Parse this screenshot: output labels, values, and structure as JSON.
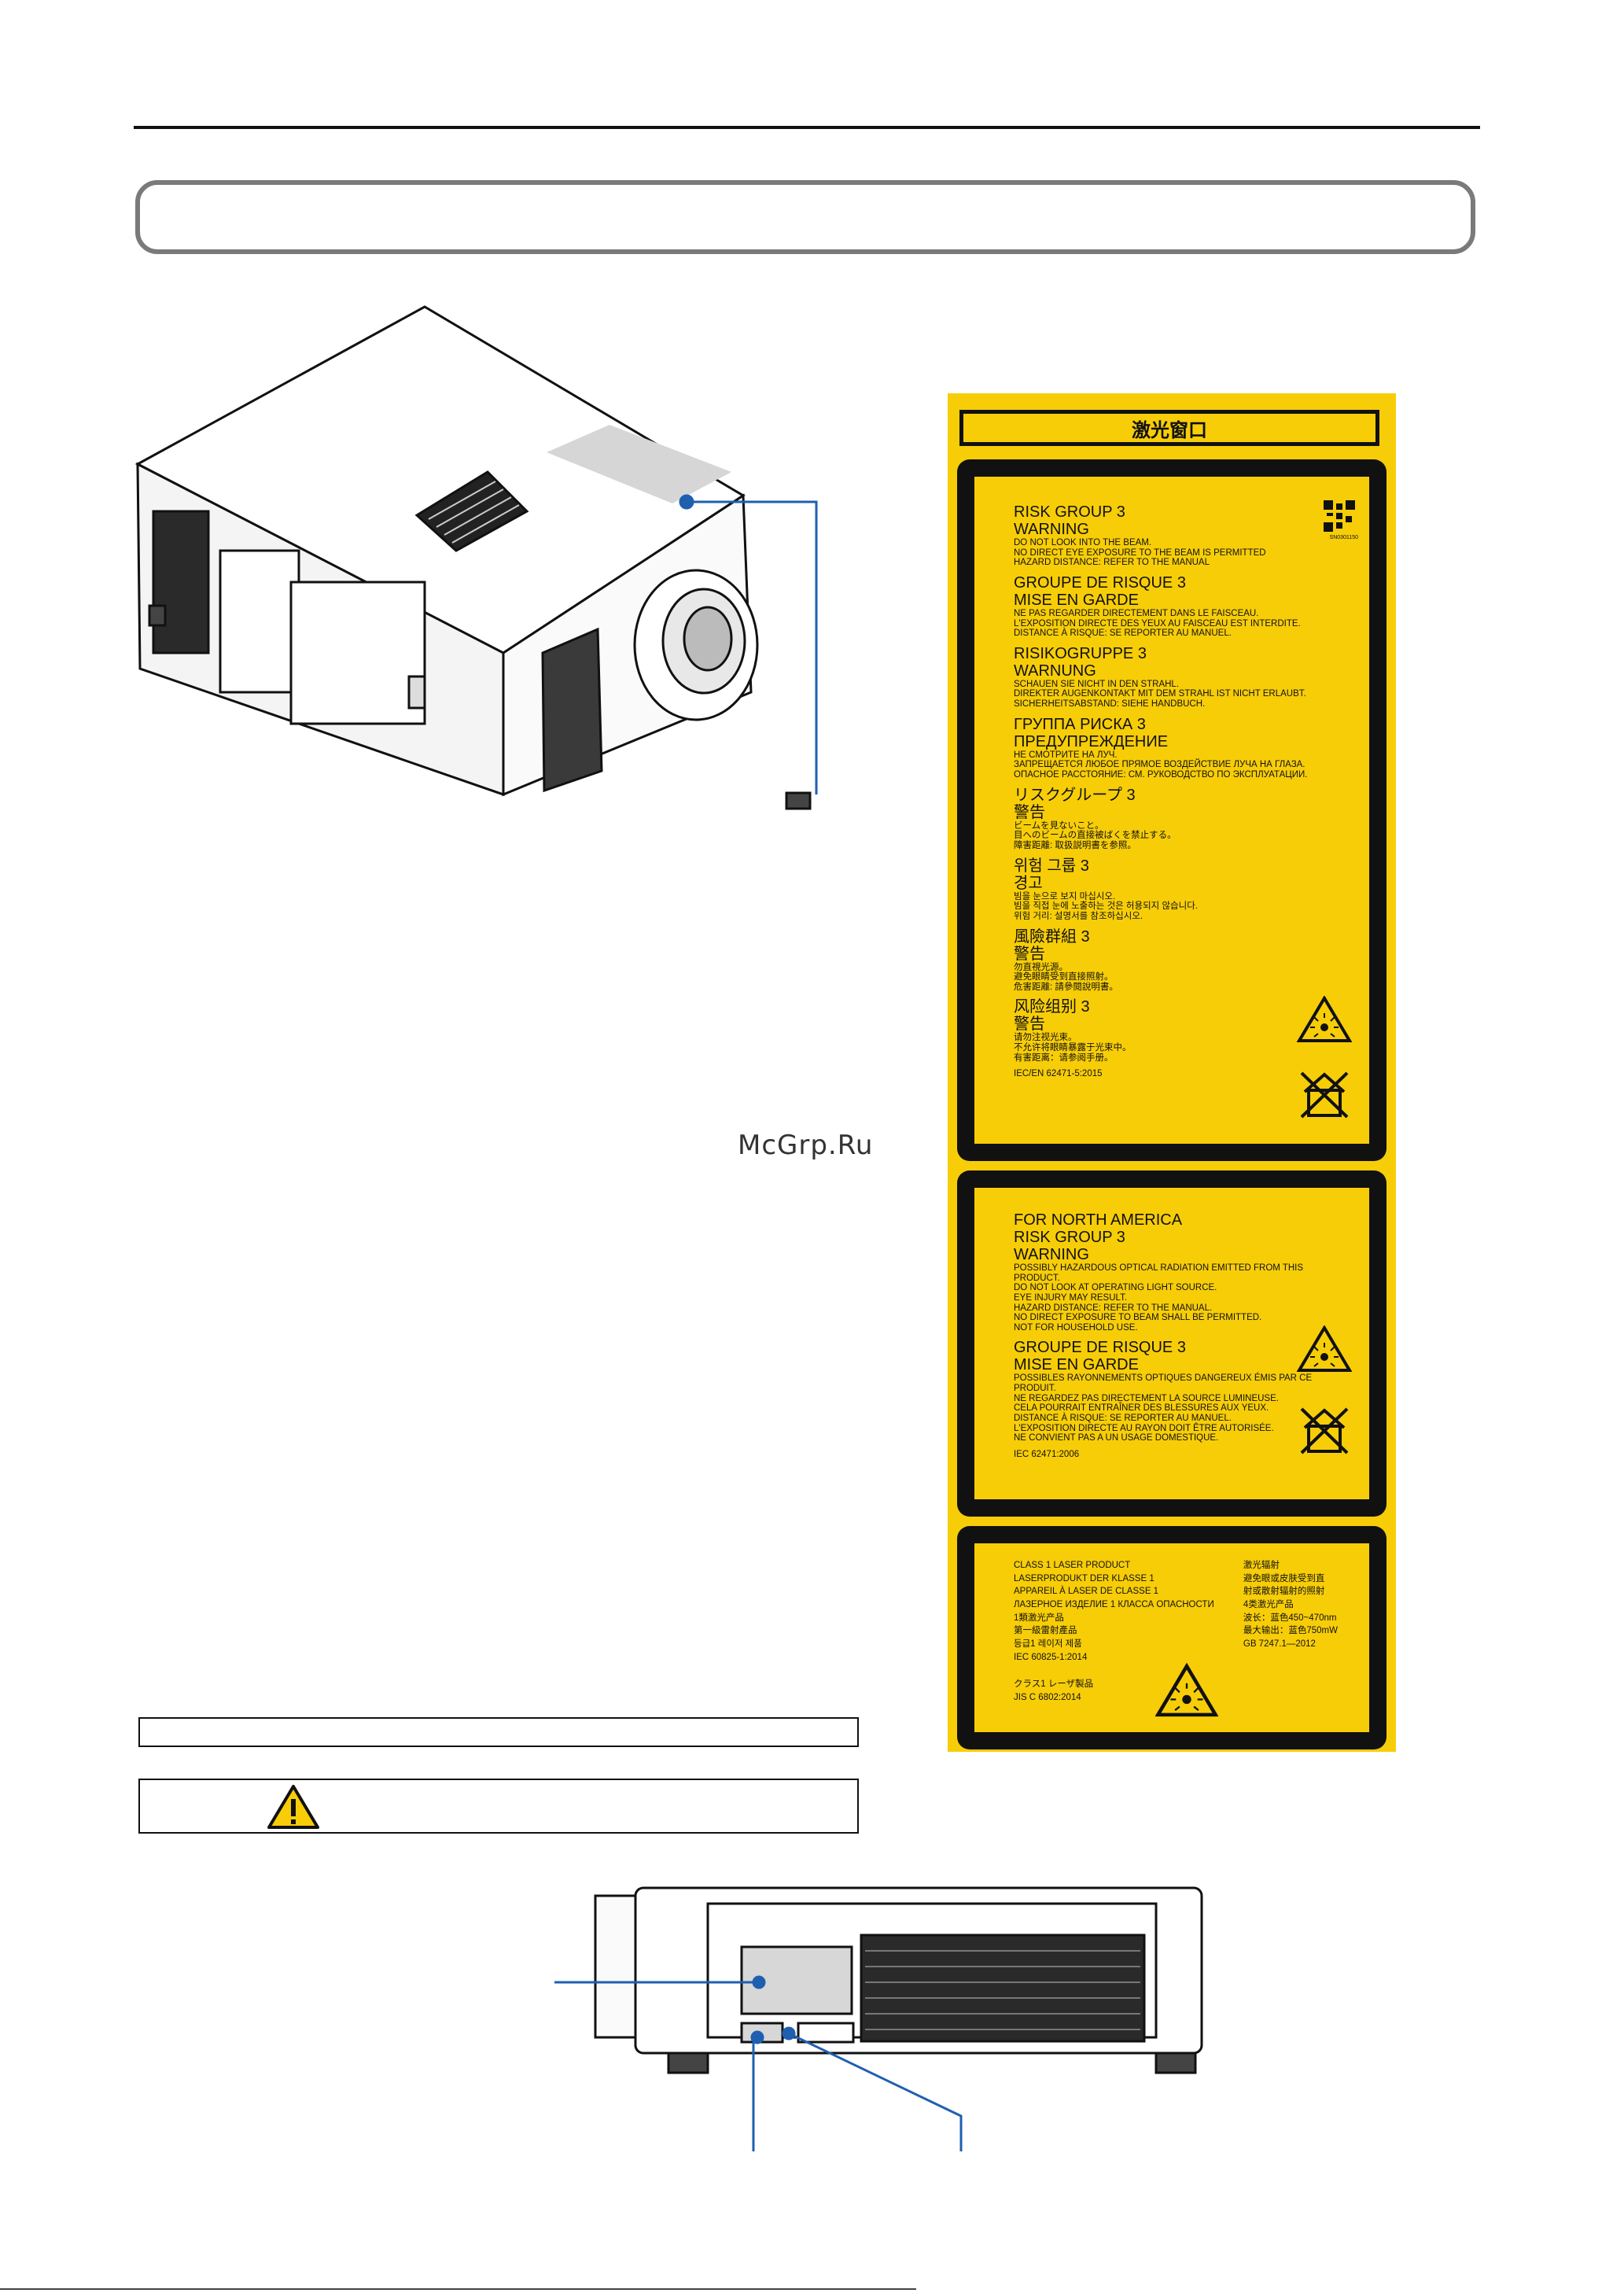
{
  "watermark": "McGrp.Ru",
  "label": {
    "header": "激光窗口",
    "panel1": {
      "qr_code_text": "SN0301150",
      "blocks": [
        {
          "title": [
            "RISK GROUP 3",
            "WARNING"
          ],
          "lines": [
            "DO NOT LOOK INTO THE BEAM.",
            "NO DIRECT EYE EXPOSURE TO THE BEAM IS PERMITTED",
            "HAZARD DISTANCE: REFER TO THE MANUAL"
          ]
        },
        {
          "title": [
            "GROUPE DE RISQUE 3",
            "MISE EN GARDE"
          ],
          "lines": [
            "NE PAS REGARDER DIRECTEMENT DANS LE FAISCEAU.",
            "L'EXPOSITION DIRECTE DES YEUX AU FAISCEAU EST INTERDITE.",
            "DISTANCE À RISQUE: SE REPORTER AU MANUEL."
          ]
        },
        {
          "title": [
            "RISIKOGRUPPE 3",
            "WARNUNG"
          ],
          "lines": [
            "SCHAUEN SIE NICHT IN DEN STRAHL.",
            "DIREKTER AUGENKONTAKT MIT DEM STRAHL IST NICHT ERLAUBT.",
            "SICHERHEITSABSTAND: SIEHE HANDBUCH."
          ]
        },
        {
          "title": [
            "ГРУППА РИСКА 3",
            "ПРЕДУПРЕЖДЕНИЕ"
          ],
          "lines": [
            "НЕ СМОТРИТЕ НА ЛУЧ.",
            "ЗАПРЕЩАЕТСЯ ЛЮБОЕ ПРЯМОЕ ВОЗДЕЙСТВИЕ ЛУЧА НА ГЛАЗА.",
            "ОПАСНОЕ РАССТОЯНИЕ: СМ. РУКОВОДСТВО ПО ЭКСПЛУАТАЦИИ."
          ]
        },
        {
          "title": [
            "リスクグループ 3",
            "警告"
          ],
          "lines": [
            "ビームを見ないこと。",
            "目へのビームの直接被ばくを禁止する。",
            "障害距離: 取扱説明書を参照。"
          ]
        },
        {
          "title": [
            "위험 그룹 3",
            "경고"
          ],
          "lines": [
            "빔을 눈으로 보지 마십시오.",
            "빔을 직접 눈에 노출하는 것은 허용되지 않습니다.",
            "위험 거리: 설명서를 참조하십시오."
          ]
        },
        {
          "title": [
            "風險群組 3",
            "警告"
          ],
          "lines": [
            "勿直視光源。",
            "避免眼睛受到直接照射。",
            "危害距離: 請參閱說明書。"
          ]
        },
        {
          "title": [
            "风险组别 3",
            "警告"
          ],
          "lines": [
            "请勿注视光束。",
            "不允许将眼睛暴露于光束中。",
            "有害距离：请参阅手册。"
          ]
        }
      ],
      "standard": "IEC/EN 62471-5:2015"
    },
    "panel2": {
      "heading": "FOR NORTH AMERICA",
      "blocks": [
        {
          "title": [
            "RISK GROUP 3",
            "WARNING"
          ],
          "lines": [
            "POSSIBLY HAZARDOUS OPTICAL RADIATION EMITTED FROM THIS PRODUCT.",
            "DO NOT LOOK AT OPERATING LIGHT SOURCE.",
            "EYE INJURY MAY RESULT.",
            "HAZARD DISTANCE: REFER TO THE MANUAL.",
            "NO DIRECT EXPOSURE TO  BEAM SHALL BE PERMITTED.",
            "NOT FOR HOUSEHOLD USE."
          ]
        },
        {
          "title": [
            "GROUPE DE RISQUE 3",
            "MISE EN GARDE"
          ],
          "lines": [
            "POSSIBLES RAYONNEMENTS OPTIQUES DANGEREUX ÉMIS PAR CE PRODUIT.",
            "NE REGARDEZ PAS DIRECTEMENT LA SOURCE LUMINEUSE.",
            "CELA POURRAIT ENTRAÎNER DES BLESSURES AUX YEUX.",
            "DISTANCE À RISQUE: SE REPORTER AU MANUEL.",
            "L'EXPOSITION DIRECTE AU RAYON DOIT ÊTRE AUTORISÉE.",
            "NE CONVIENT PAS A UN USAGE DOMESTIQUE."
          ]
        }
      ],
      "standard": "IEC 62471:2006"
    },
    "panel3": {
      "left_lines": [
        "CLASS 1 LASER PRODUCT",
        "LASERPRODUKT DER KLASSE 1",
        "APPAREIL À LASER DE CLASSE 1",
        "ЛАЗЕРНОЕ ИЗДЕЛИЕ 1 КЛАССА ОПАСНОСТИ",
        "1類激光产品",
        "第一級雷射產品",
        "등급1 레이저 제품",
        "IEC 60825-1:2014"
      ],
      "left_bottom_lines": [
        "クラス1 レーザ製品",
        "JIS C 6802:2014"
      ],
      "right_lines": [
        "激光辐射",
        "避免眼或皮肤受到直",
        "射或散射辐射的照射",
        "4类激光产品",
        "波长：蓝色450~470nm",
        "最大输出：蓝色750mW",
        "GB  7247.1—2012"
      ]
    }
  }
}
